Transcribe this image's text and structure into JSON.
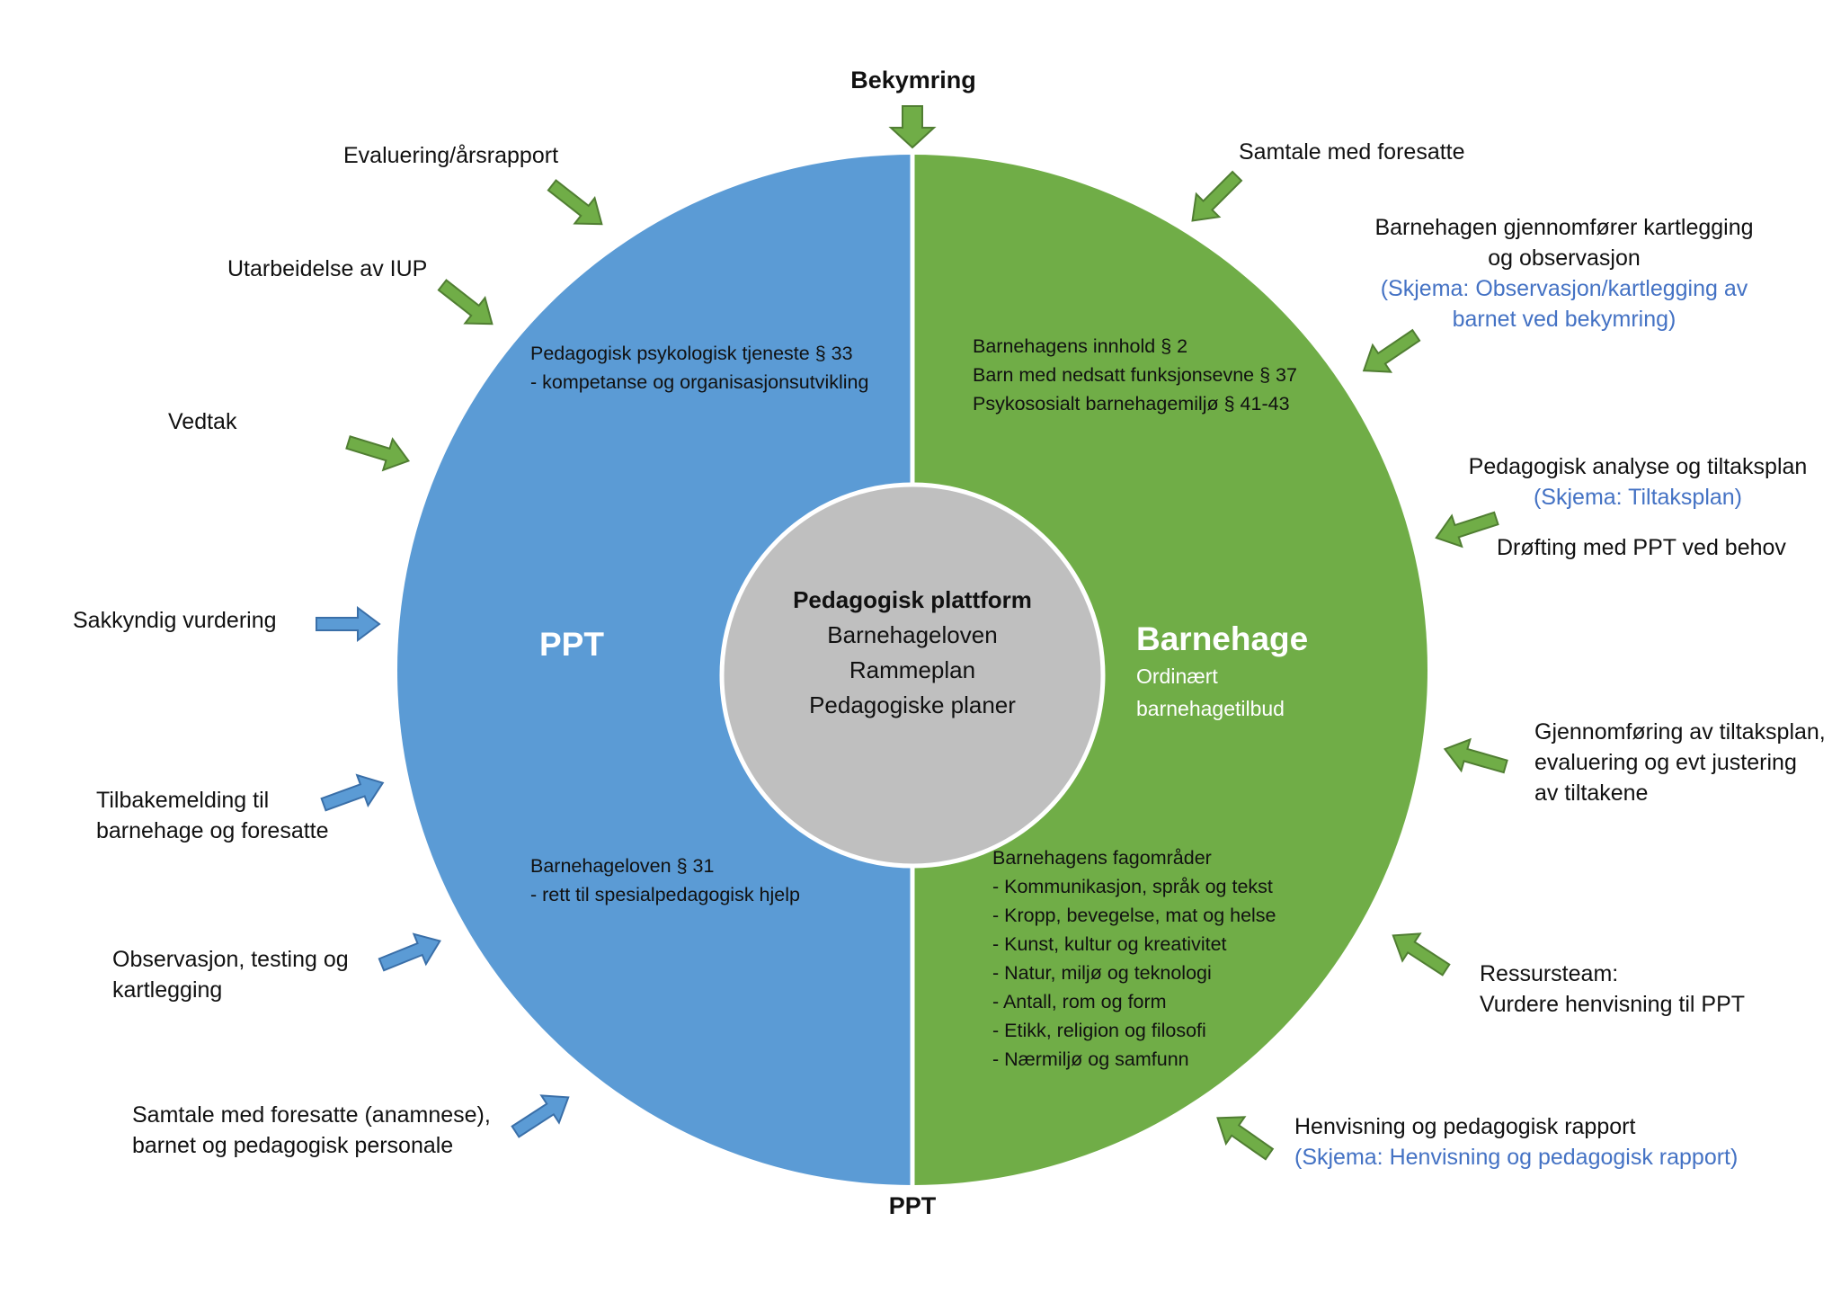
{
  "colors": {
    "ppt_half": "#5b9bd5",
    "barnehage_half": "#70ad47",
    "center_circle": "#bfbfbf",
    "arrow_green": "#70ad47",
    "arrow_blue": "#5b9bd5",
    "link_text": "#4472c4"
  },
  "top_label": "Bekymring",
  "bottom_label": "PPT",
  "center": {
    "title": "Pedagogisk plattform",
    "lines": [
      "Barnehageloven",
      "Rammeplan",
      "Pedagogiske planer"
    ]
  },
  "left_half": {
    "title": "PPT",
    "top_lines": [
      "Pedagogisk psykologisk tjeneste § 33",
      "- kompetanse og organisasjonsutvikling"
    ],
    "bottom_lines": [
      "Barnehageloven § 31",
      "- rett til spesialpedagogisk hjelp"
    ]
  },
  "right_half": {
    "title": "Barnehage",
    "subtitle_lines": [
      "Ordinært",
      "barnehagetilbud"
    ],
    "top_lines": [
      "Barnehagens innhold § 2",
      "Barn med nedsatt funksjonsevne § 37",
      "Psykososialt barnehagemiljø § 41-43"
    ],
    "bottom_lines": [
      "Barnehagens fagområder",
      "- Kommunikasjon, språk og tekst",
      "- Kropp, bevegelse, mat og helse",
      "- Kunst, kultur og kreativitet",
      "- Natur, miljø og teknologi",
      "- Antall, rom og form",
      "- Etikk, religion og filosofi",
      "- Nærmiljø og samfunn"
    ]
  },
  "left_labels": [
    {
      "lines": [
        "Evaluering/årsrapport"
      ]
    },
    {
      "lines": [
        "Utarbeidelse av IUP"
      ]
    },
    {
      "lines": [
        "Vedtak"
      ]
    },
    {
      "lines": [
        "Sakkyndig vurdering"
      ]
    },
    {
      "lines": [
        "Tilbakemelding til",
        "barnehage og foresatte"
      ]
    },
    {
      "lines": [
        "Observasjon, testing og",
        "kartlegging"
      ]
    },
    {
      "lines": [
        "Samtale med foresatte (anamnese),",
        "barnet og pedagogisk personale"
      ]
    }
  ],
  "right_labels": [
    {
      "lines": [
        "Samtale med foresatte"
      ]
    },
    {
      "lines": [
        "Barnehagen gjennomfører kartlegging",
        "og observasjon"
      ],
      "link_lines": [
        "(Skjema: Observasjon/kartlegging av",
        "barnet ved bekymring)"
      ]
    },
    {
      "lines": [
        "Pedagogisk analyse og tiltaksplan"
      ],
      "link_lines": [
        "(Skjema: Tiltaksplan)"
      ],
      "extra_lines": [
        "Drøfting med PPT ved behov"
      ]
    },
    {
      "lines": [
        "Gjennomføring av tiltaksplan,",
        "evaluering og evt justering",
        "av tiltakene"
      ]
    },
    {
      "lines": [
        "Ressursteam:",
        "Vurdere henvisning til PPT"
      ]
    },
    {
      "lines": [
        "Henvisning og pedagogisk rapport"
      ],
      "link_lines": [
        "(Skjema: Henvisning og pedagogisk rapport)"
      ]
    }
  ]
}
